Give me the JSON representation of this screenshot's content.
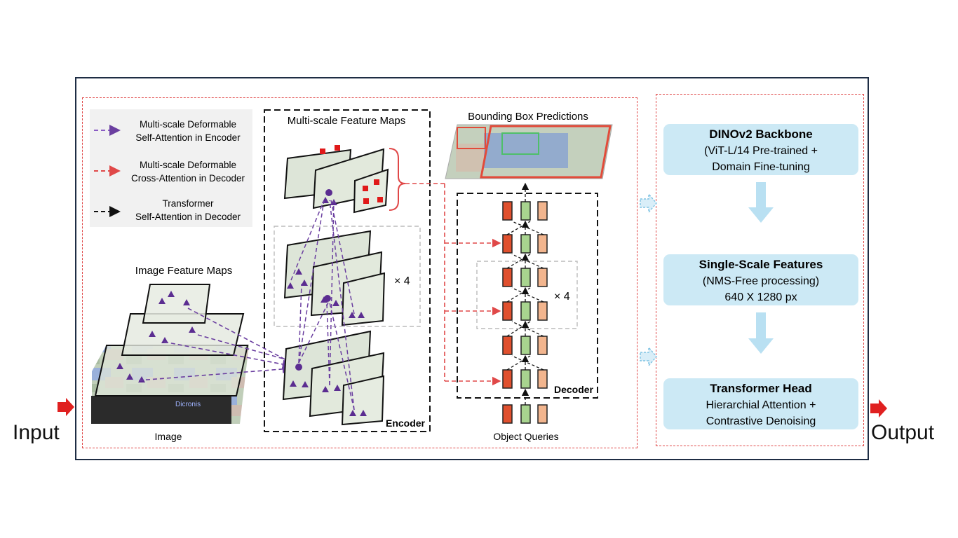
{
  "labels": {
    "input": "Input",
    "output": "Output"
  },
  "legend": [
    {
      "line1": "Multi-scale Deformable",
      "line2": "Self-Attention in Encoder",
      "color": "#8a5cc4"
    },
    {
      "line1": "Multi-scale Deformable",
      "line2": "Cross-Attention in Decoder",
      "color": "#e04848"
    },
    {
      "line1": "Transformer",
      "line2": "Self-Attention in Decoder",
      "color": "#111111"
    }
  ],
  "captions": {
    "multi_scale_feature_maps": "Multi-scale Feature Maps",
    "bounding_box_predictions": "Bounding Box Predictions",
    "image_feature_maps": "Image Feature Maps",
    "image": "Image",
    "encoder": "Encoder",
    "decoder": "Decoder",
    "object_queries": "Object Queries",
    "times_four": "× 4",
    "image_text": "Dicronis"
  },
  "pipeline": [
    {
      "title": "DINOv2 Backbone",
      "line1": "(ViT-L/14 Pre-trained +",
      "line2": "Domain Fine-tuning"
    },
    {
      "title": "Single-Scale Features",
      "line1": "(NMS-Free processing)",
      "line2": "640 X 1280 px"
    },
    {
      "title": "Transformer Head",
      "line1": "Hierarchial Attention +",
      "line2": "Contrastive Denoising"
    }
  ],
  "colors": {
    "frame": "#1e2d44",
    "dashed_red": "#e04848",
    "purple": "#6b3fa0",
    "box_fill": "#cce9f5",
    "arrow_fill": "#b9e0f2",
    "query_red": "#e0502e",
    "query_green": "#a8d48f",
    "query_peach": "#f2b58e"
  }
}
